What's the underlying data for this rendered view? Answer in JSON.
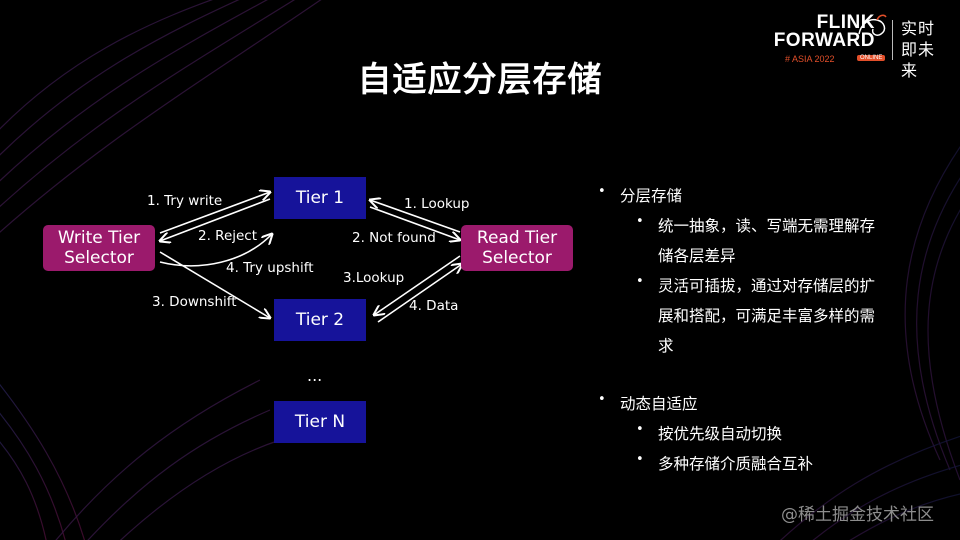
{
  "slide": {
    "title": "自适应分层存储",
    "logo": {
      "line1": "FLINK",
      "line2": "FORWARD",
      "sub": "# ASIA 2022",
      "badge": "ONLINE",
      "cn": "实时即未来"
    },
    "watermark": "@稀土掘金技术社区"
  },
  "diagram": {
    "nodes": {
      "write_selector": "Write Tier Selector",
      "read_selector": "Read Tier Selector",
      "tier1": "Tier 1",
      "tier2": "Tier 2",
      "tierN": "Tier N",
      "ellipsis": "..."
    },
    "edges": {
      "try_write": "1. Try write",
      "reject": "2. Reject",
      "try_upshift": "4. Try upshift",
      "downshift": "3. Downshift",
      "lookup1": "1. Lookup",
      "not_found": "2. Not found",
      "lookup3": "3.Lookup",
      "data": "4. Data"
    }
  },
  "bullets": [
    {
      "text": "分层存储",
      "sub": [
        "统一抽象，读、写端无需理解存",
        "储各层差异",
        "灵活可插拔，通过对存储层的扩",
        "展和搭配，可满足丰富多样的需",
        "求"
      ]
    },
    {
      "text": "动态自适应",
      "sub": [
        "按优先级自动切换",
        "多种存储介质融合互补"
      ]
    }
  ],
  "colors": {
    "tier": "#16139a",
    "selector": "#9b1a6c",
    "accent": "#e24f2a",
    "background": "#000000"
  }
}
